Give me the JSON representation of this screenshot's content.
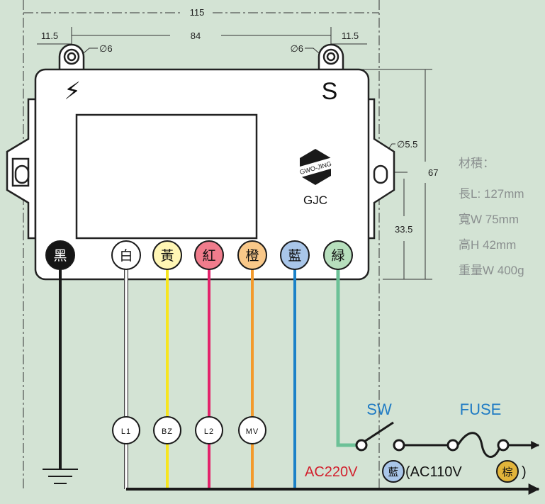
{
  "dimensions": {
    "overall_width": "115",
    "hole_spacing": "84",
    "left_offset": "11.5",
    "right_offset": "11.5",
    "left_hole": "∅6",
    "right_hole": "∅6",
    "side_hole": "∅5.5",
    "height": "67",
    "side_offset": "33.5"
  },
  "device": {
    "power_symbol": "⚡",
    "letter": "S",
    "logo_text": "GWO-JING",
    "brand": "GJC"
  },
  "terminals": [
    {
      "label": "黑",
      "fill": "#161616",
      "text_color": "#ffffff"
    },
    {
      "label": "白",
      "fill": "#ffffff",
      "text_color": "#111111"
    },
    {
      "label": "黃",
      "fill": "#fff6b5",
      "text_color": "#111111"
    },
    {
      "label": "紅",
      "fill": "#f07c8c",
      "text_color": "#111111"
    },
    {
      "label": "橙",
      "fill": "#f9c889",
      "text_color": "#111111"
    },
    {
      "label": "藍",
      "fill": "#a9c6e9",
      "text_color": "#111111"
    },
    {
      "label": "緑",
      "fill": "#b7dfbd",
      "text_color": "#111111"
    }
  ],
  "wire_colors": {
    "black": "#1a1a1a",
    "white": "#ffffff",
    "yellow": "#f7e51f",
    "red": "#e3236b",
    "orange": "#f39a2c",
    "blue": "#1b82c8",
    "green": "#6cc197"
  },
  "wire_tags": [
    "L1",
    "BZ",
    "L2",
    "MV"
  ],
  "specs": {
    "title": "材積：",
    "length": "長L: 127mm",
    "width": "寬W 75mm",
    "height": "高H 42mm",
    "weight": "重量W 400g"
  },
  "circuit": {
    "switch": "SW",
    "fuse": "FUSE",
    "ac220": "AC220V",
    "ac220_badge": "藍",
    "ac110_open": "(AC110V",
    "ac110_badge": "棕",
    "close_paren": ")",
    "label_color": "#d21f2c",
    "heading_color": "#1f7bc4"
  }
}
